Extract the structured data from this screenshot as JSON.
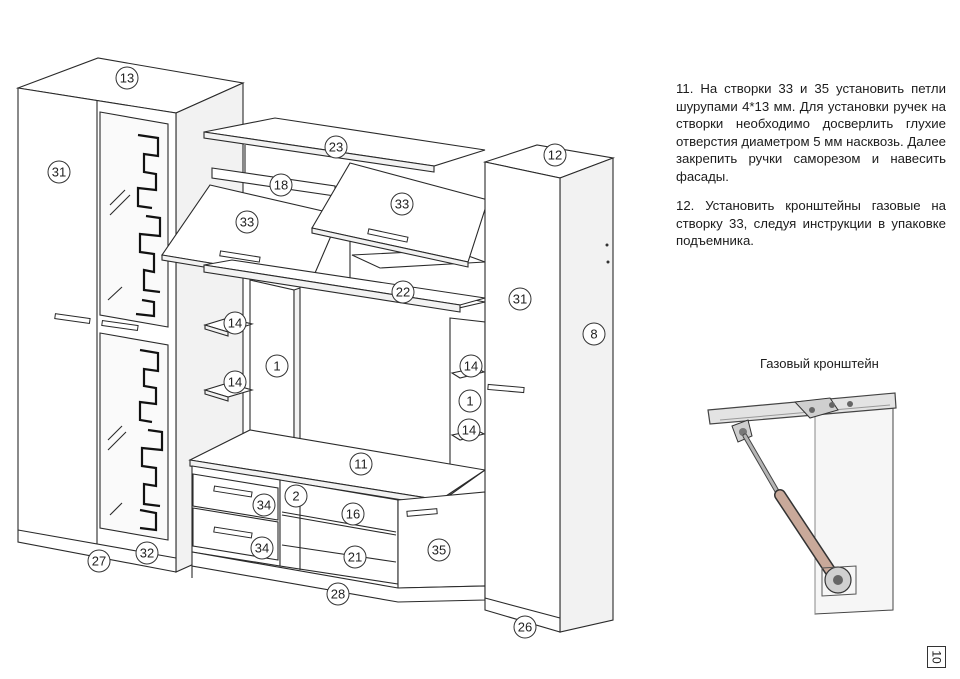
{
  "instructions": {
    "step_11": "11. На створки 33 и 35 установить петли шурупами 4*13 мм. Для установки ручек на створки необходимо досверлить глухие отверстия диаметром 5 мм насквозь. Далее закрепить ручки саморезом и навесить фасады.",
    "step_12": "12. Установить кронштейны газовые на створку 33, следуя инструкции в упаковке подъемника."
  },
  "gas_lift": {
    "caption": "Газовый кронштейн"
  },
  "page_number": "10",
  "part_labels": {
    "p13": "13",
    "p31_left": "31",
    "p23": "23",
    "p12": "12",
    "p18": "18",
    "p33_left": "33",
    "p33_right": "33",
    "p22": "22",
    "p31_right": "31",
    "p8": "8",
    "p14_a": "14",
    "p14_b": "14",
    "p14_c": "14",
    "p14_d": "14",
    "p1_left": "1",
    "p1_right": "1",
    "p11": "11",
    "p34_top": "34",
    "p2": "2",
    "p16": "16",
    "p34_bottom": "34",
    "p21": "21",
    "p35": "35",
    "p27": "27",
    "p32": "32",
    "p28": "28",
    "p26": "26"
  }
}
